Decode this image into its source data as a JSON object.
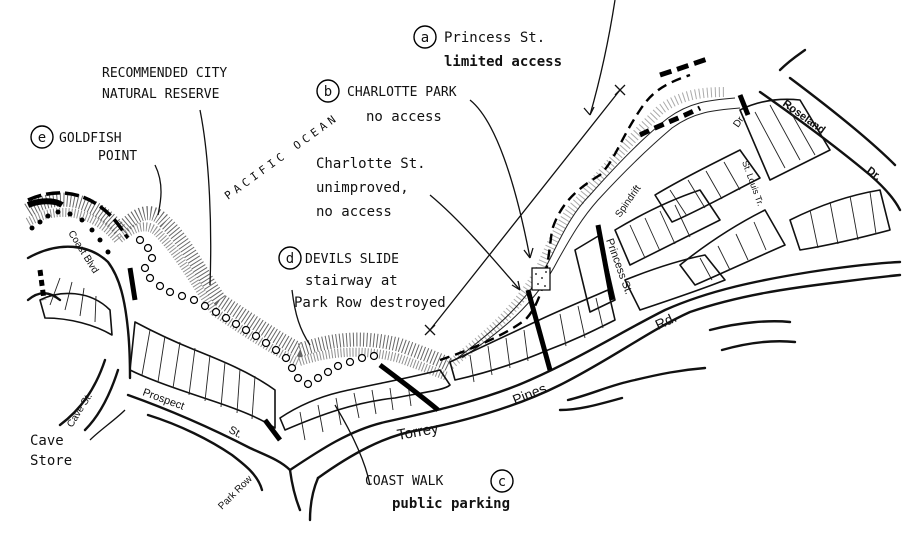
{
  "labels": {
    "a_letter": "a",
    "a_line1": "Princess St.",
    "a_line2": "limited access",
    "b_letter": "b",
    "b_line1": "CHARLOTTE PARK",
    "b_line2": "no access",
    "charlotte_line1": "Charlotte St.",
    "charlotte_line2": "unimproved,",
    "charlotte_line3": "no access",
    "reserve_line1": "RECOMMENDED CITY",
    "reserve_line2": "NATURAL RESERVE",
    "e_letter": "e",
    "e_line1": "GOLDFISH",
    "e_line2": "POINT",
    "ocean": "PACIFIC OCEAN",
    "d_letter": "d",
    "d_line1": "DEVILS SLIDE",
    "d_line2": "stairway at",
    "d_line3": "Park Row destroyed",
    "c_letter": "c",
    "c_line1": "COAST WALK",
    "c_line2": "public parking",
    "cave_store_line1": "Cave",
    "cave_store_line2": "Store"
  },
  "streets": {
    "coast_blvd": "Coast Blvd",
    "cave_st": "Cave St.",
    "prospect": "Prospect",
    "st": "St.",
    "park_row": "Park Row",
    "torrey": "Torrey",
    "pines": "Pines",
    "rd": "Rd.",
    "princess_st": "Princess St.",
    "spindrift": "Spindrift",
    "dr": "Dr.",
    "roseland": "Roseland",
    "roseland_dr": "Dr.",
    "st_louis_tr": "St. Louis Tr."
  }
}
